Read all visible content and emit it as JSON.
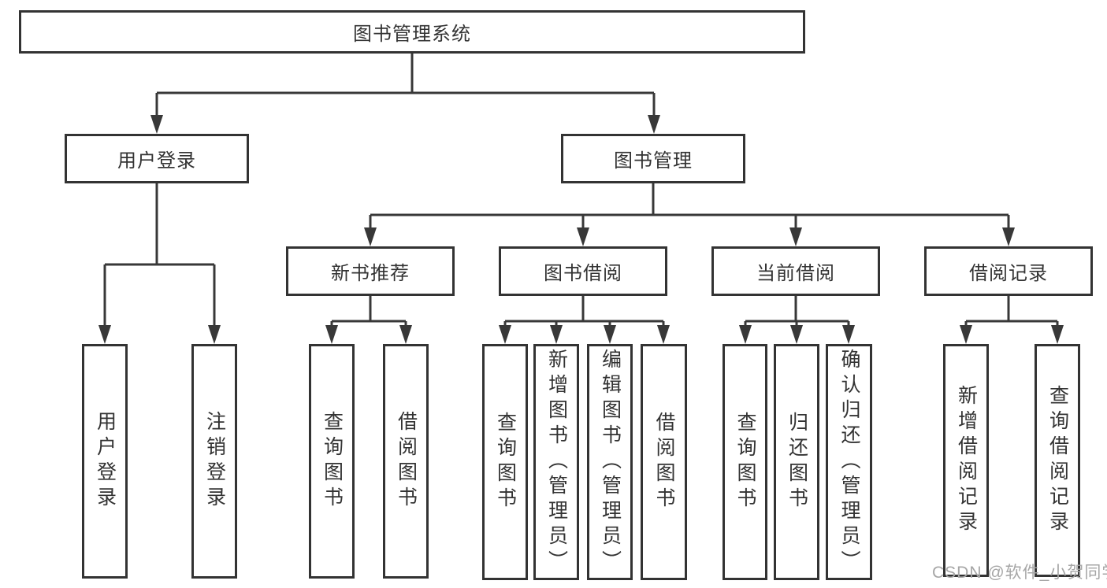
{
  "diagram": {
    "type": "hierarchy-tree",
    "title": "图书管理系统",
    "colors": {
      "line": "#383838",
      "box_border": "#333333",
      "box_fill": "#ffffff",
      "text": "#333333",
      "watermark": "#a6a6a6"
    },
    "nodes": {
      "root": "图书管理系统",
      "user_login": "用户登录",
      "book_mgmt": "图书管理",
      "new_book_rec": "新书推荐",
      "book_borrow": "图书借阅",
      "current_borrow": "当前借阅",
      "borrow_record": "借阅记录",
      "leaf_user_login": "用户登录",
      "leaf_logout": "注销登录",
      "nbr_query_book": "查询图书",
      "nbr_borrow_book": "借阅图书",
      "bb_query_book": "查询图书",
      "bb_add_book": "新增图书（管理员）",
      "bb_edit_book": "编辑图书（管理员）",
      "bb_borrow_book": "借阅图书",
      "cb_query_book": "查询图书",
      "cb_return_book": "归还图书",
      "cb_confirm_return": "确认归还（管理员）",
      "br_add_record": "新增借阅记录",
      "br_query_record": "查询借阅记录"
    },
    "edges": [
      [
        "root",
        "user_login"
      ],
      [
        "root",
        "book_mgmt"
      ],
      [
        "user_login",
        "leaf_user_login"
      ],
      [
        "user_login",
        "leaf_logout"
      ],
      [
        "book_mgmt",
        "new_book_rec"
      ],
      [
        "book_mgmt",
        "book_borrow"
      ],
      [
        "book_mgmt",
        "current_borrow"
      ],
      [
        "book_mgmt",
        "borrow_record"
      ],
      [
        "new_book_rec",
        "nbr_query_book"
      ],
      [
        "new_book_rec",
        "nbr_borrow_book"
      ],
      [
        "book_borrow",
        "bb_query_book"
      ],
      [
        "book_borrow",
        "bb_add_book"
      ],
      [
        "book_borrow",
        "bb_edit_book"
      ],
      [
        "book_borrow",
        "bb_borrow_book"
      ],
      [
        "current_borrow",
        "cb_query_book"
      ],
      [
        "current_borrow",
        "cb_return_book"
      ],
      [
        "current_borrow",
        "cb_confirm_return"
      ],
      [
        "borrow_record",
        "br_add_record"
      ],
      [
        "borrow_record",
        "br_query_record"
      ]
    ]
  },
  "watermark": "CSDN @软件_小贺同学"
}
